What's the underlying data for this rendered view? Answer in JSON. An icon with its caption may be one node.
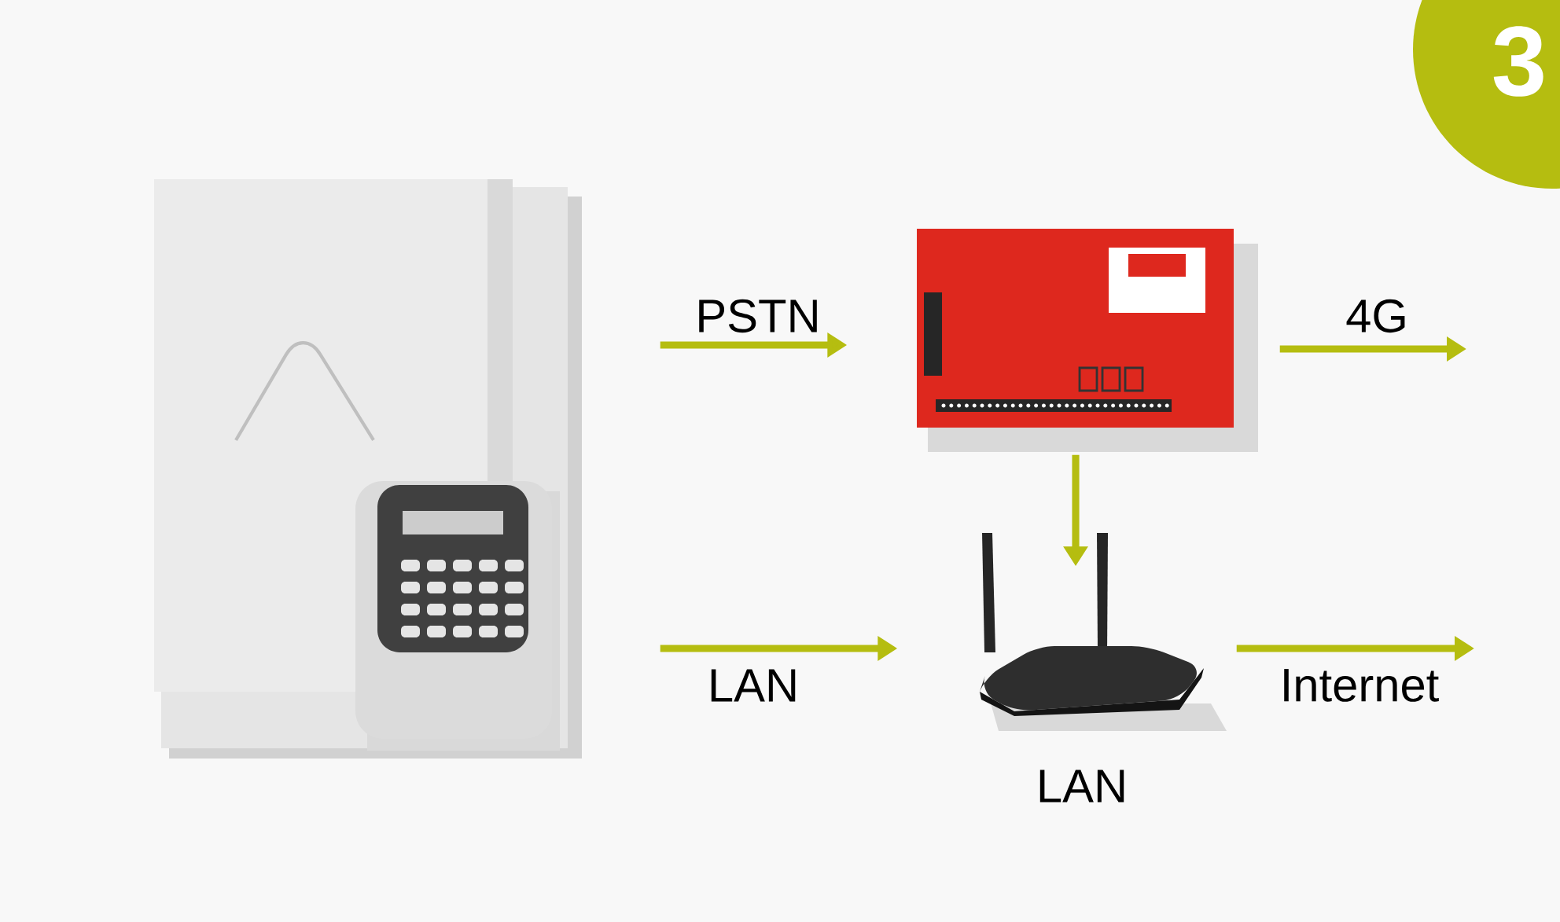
{
  "diagram": {
    "nodes": [
      {
        "text": [],
        "shape": "picture"
      },
      {
        "text": [],
        "shape": "picture"
      },
      {
        "text": [],
        "shape": "picture",
        "beside": [
          "LAN"
        ]
      },
      {
        "text": [
          "3"
        ]
      }
    ],
    "edges": [
      {
        "from": 0,
        "to": 1,
        "arrow": "to",
        "label": "PSTN"
      },
      {
        "from": 1,
        "to": null,
        "arrow": "to",
        "label": "4G"
      },
      {
        "from": 1,
        "to": 2,
        "arrow": "to"
      },
      {
        "from": 0,
        "to": 2,
        "arrow": "to",
        "label": "LAN"
      },
      {
        "from": 2,
        "to": null,
        "arrow": "to",
        "label": "Internet"
      }
    ]
  }
}
